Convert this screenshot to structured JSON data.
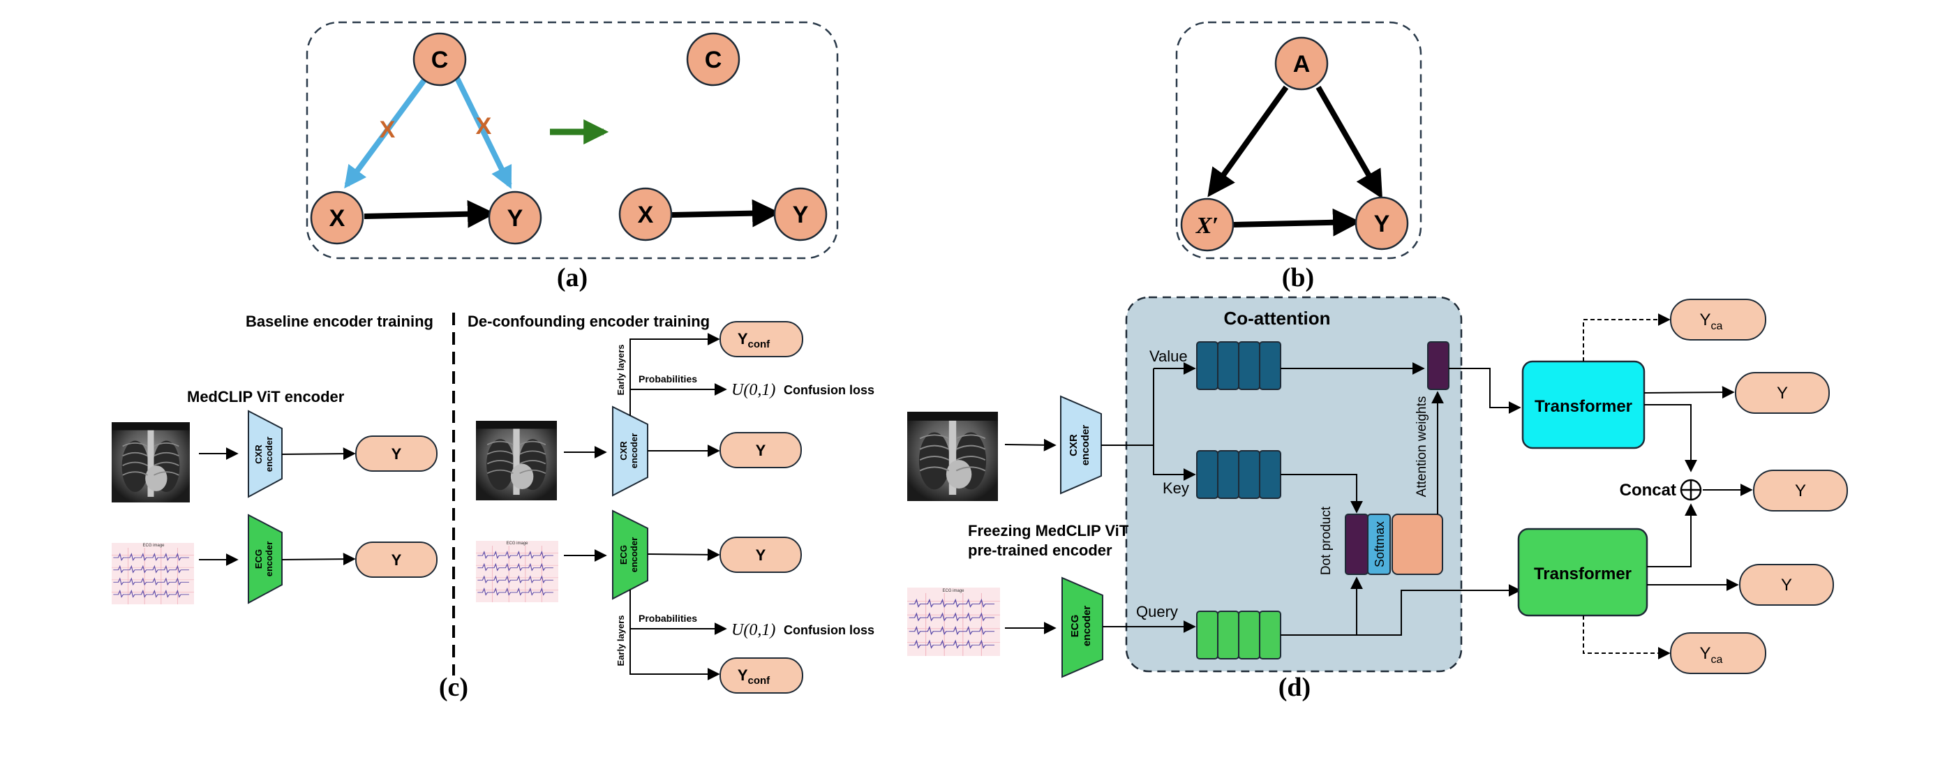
{
  "panel_labels": {
    "a": "(a)",
    "b": "(b)",
    "c": "(c)",
    "d": "(d)"
  },
  "panel_a": {
    "before": {
      "confounder": "C",
      "input": "X",
      "output": "Y",
      "cut_mark": "X"
    },
    "after": {
      "confounder": "C",
      "input": "X",
      "output": "Y"
    }
  },
  "panel_b": {
    "attribute": "A",
    "input": "X′",
    "output": "Y"
  },
  "panel_c": {
    "baseline_title": "Baseline encoder training",
    "deconf_title": "De-confounding encoder training",
    "medclip_label": "MedCLIP ViT encoder",
    "cxr_encoder": [
      "CXR",
      "encoder"
    ],
    "ecg_encoder": [
      "ECG",
      "encoder"
    ],
    "output_y": "Y",
    "y_conf_main": "Y",
    "y_conf_sub": "conf",
    "early_layers": "Early layers",
    "probabilities": "Probabilities",
    "uniform": "U(0,1)",
    "confusion_loss": "Confusion loss",
    "ecg_caption": "ECG image"
  },
  "panel_d": {
    "coattention_title": "Co-attention",
    "value_label": "Value",
    "key_label": "Key",
    "query_label": "Query",
    "dot_product": "Dot product",
    "softmax": "Softmax",
    "attention_weights": "Attention weights",
    "freezing_line1": "Freezing MedCLIP ViT",
    "freezing_line2": "pre-trained encoder",
    "cxr_encoder": [
      "CXR",
      "encoder"
    ],
    "ecg_encoder": [
      "ECG",
      "encoder"
    ],
    "transformer_top": "Transformer",
    "transformer_bottom": "Transformer",
    "concat": "Concat",
    "y_ca_main": "Y",
    "y_ca_sub": "ca",
    "output_y": "Y",
    "ecg_caption": "ECG image"
  },
  "colors": {
    "node_fill": "#f0a987",
    "output_fill": "#f7c9ae",
    "confounder_edge": "#4faee0",
    "cut_mark": "#c9652a",
    "green_arrow": "#2e7d1f",
    "cxr_encoder": "#bfe1f5",
    "ecg_encoder": "#3fcc55",
    "coattention_bg": "#c1d4de",
    "value_key_block": "#185e80",
    "query_block": "#49cc58",
    "dot_product_block": "#4b1b4c",
    "softmax_block": "#4fb0dc",
    "weights_block": "#f0a987",
    "transformer_top": "#10f0f5",
    "transformer_bottom": "#47d35b"
  }
}
